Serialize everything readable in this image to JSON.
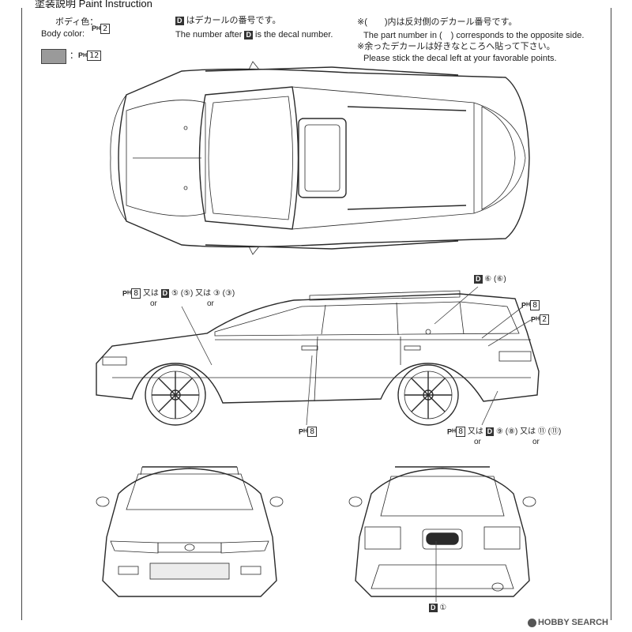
{
  "header": {
    "title": "塗装説明 Paint Instruction"
  },
  "legend": {
    "body_color_jp": "ボディ色：",
    "body_color_en": "Body color:",
    "body_color_code": "2",
    "swatch_code": "12",
    "swatch_sep": "：",
    "ph_prefix": "P",
    "ph_sub": "H"
  },
  "decal_note": {
    "d_letter": "D",
    "jp_line": "はデカールの番号です。",
    "en_prefix": "The number after",
    "en_suffix": "is the decal number."
  },
  "notes": {
    "line1": "※(　　)内は反対側のデカール番号です。",
    "line2": "The part number in (　) corresponds to the opposite side.",
    "line3": "※余ったデカールは好きなところへ貼って下さい。",
    "line4": "Please stick the decal left at your favorable points."
  },
  "callouts": {
    "front_fender": {
      "ph": "8",
      "yawa": "又は",
      "or": "or",
      "d1": "⑤ (⑤)",
      "yawa2": "又は",
      "d2": "③ (③)"
    },
    "rear_window": {
      "d": "⑥ (⑥)"
    },
    "tailgate_ph8": {
      "ph": "8"
    },
    "tailgate_ph2": {
      "ph": "2"
    },
    "door_ph8": {
      "ph": "8"
    },
    "rear_bumper": {
      "ph": "8",
      "yawa": "又は",
      "or": "or",
      "d1": "⑨ (⑧)",
      "yawa2": "又は",
      "d2": "⑪ (⑪)"
    },
    "rear_plate": {
      "d": "①"
    }
  },
  "watermark": {
    "text": "HOBBY SEARCH"
  },
  "icons": {
    "swatch": "gray-swatch",
    "car_top": "car-top-view",
    "car_side": "car-side-view",
    "car_front": "car-front-view",
    "car_rear": "car-rear-view"
  },
  "colors": {
    "swatch": "#9a9a9a",
    "ink": "#2a2a2a"
  }
}
